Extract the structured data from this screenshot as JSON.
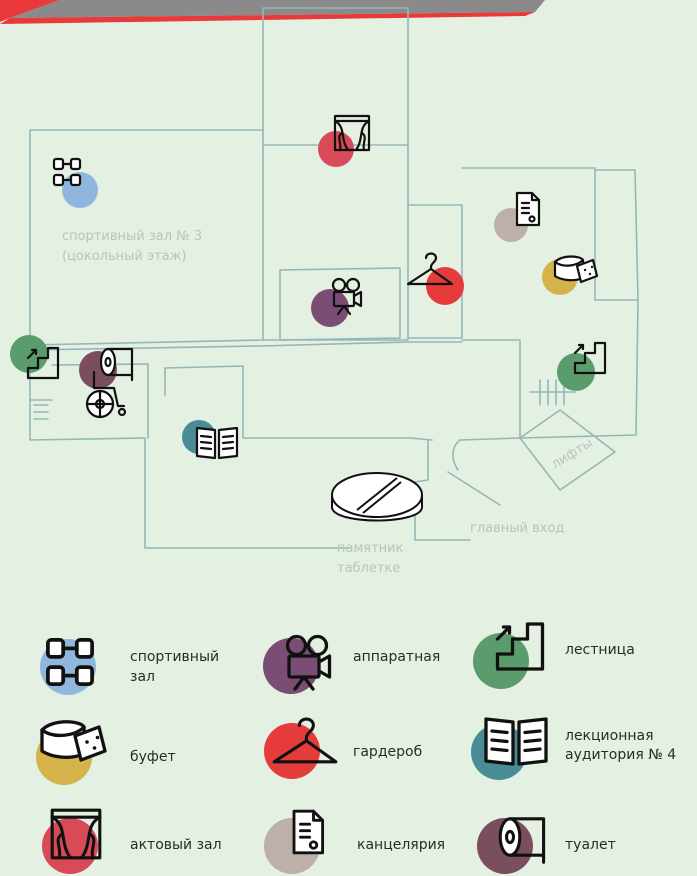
{
  "colors": {
    "background": "#e4f0e1",
    "wall": "#93b7b8",
    "banner_red": "#e83a3a",
    "banner_grey": "#8a8a8a",
    "sport": "#8fb6dd",
    "projection": "#7a4d74",
    "stairs": "#5a9c6c",
    "buffet": "#d6b24a",
    "wardrobe": "#e53b3b",
    "lecture": "#4a8c96",
    "assembly": "#d84a58",
    "office": "#bdb0aa",
    "toilet": "#7b4e5d"
  },
  "map": {
    "sport_hall_label_1": "спортивный зал № 3",
    "sport_hall_label_2": "(цокольный этаж)",
    "lifts_label": "лифты",
    "main_entrance_label": "главный вход",
    "monument_label_1": "памятник",
    "monument_label_2": "таблетке"
  },
  "legend": {
    "sport_1": "спортивный",
    "sport_2": "зал",
    "projection": "аппаратная",
    "stairs": "лестница",
    "buffet": "буфет",
    "wardrobe": "гардероб",
    "lecture_1": "лекционная",
    "lecture_2": "аудитория № 4",
    "assembly": "актовый зал",
    "office": "канцелярия",
    "toilet": "туалет"
  }
}
